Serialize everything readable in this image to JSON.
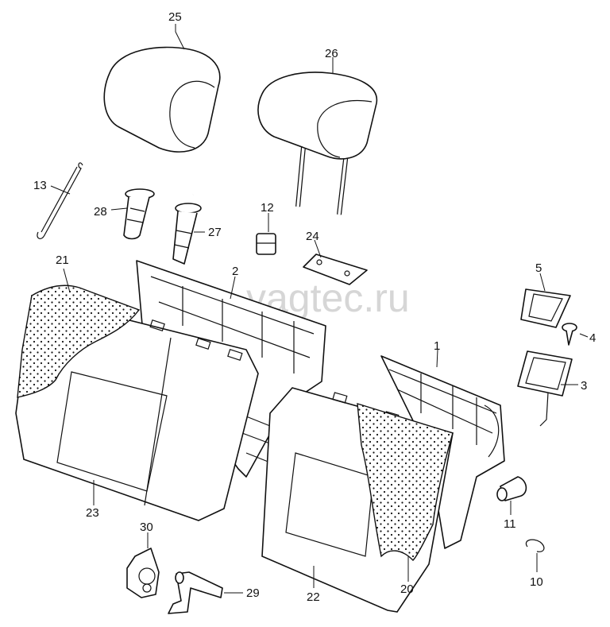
{
  "watermark": "vagtec.ru",
  "callouts": [
    {
      "id": "c1",
      "label": "1"
    },
    {
      "id": "c2",
      "label": "2"
    },
    {
      "id": "c3",
      "label": "3"
    },
    {
      "id": "c4",
      "label": "4"
    },
    {
      "id": "c5",
      "label": "5"
    },
    {
      "id": "c10",
      "label": "10"
    },
    {
      "id": "c11",
      "label": "11"
    },
    {
      "id": "c12",
      "label": "12"
    },
    {
      "id": "c13",
      "label": "13"
    },
    {
      "id": "c20",
      "label": "20"
    },
    {
      "id": "c21",
      "label": "21"
    },
    {
      "id": "c22",
      "label": "22"
    },
    {
      "id": "c23",
      "label": "23"
    },
    {
      "id": "c24",
      "label": "24"
    },
    {
      "id": "c25",
      "label": "25"
    },
    {
      "id": "c26",
      "label": "26"
    },
    {
      "id": "c27",
      "label": "27"
    },
    {
      "id": "c28",
      "label": "28"
    },
    {
      "id": "c29",
      "label": "29"
    },
    {
      "id": "c30",
      "label": "30"
    }
  ]
}
